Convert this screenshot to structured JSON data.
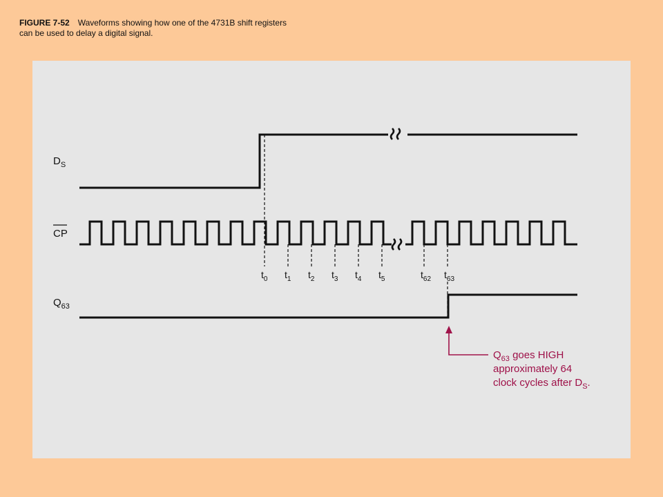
{
  "caption": {
    "figure_number": "FIGURE 7-52",
    "line1": "Waveforms showing how one of the 4731B shift registers",
    "line2": "can be used to delay a digital signal."
  },
  "signals": {
    "ds": {
      "main": "D",
      "sub": "S"
    },
    "cp": {
      "main": "CP"
    },
    "q63": {
      "main": "Q",
      "sub": "63"
    }
  },
  "time_markers": [
    {
      "main": "t",
      "sub": "0"
    },
    {
      "main": "t",
      "sub": "1"
    },
    {
      "main": "t",
      "sub": "2"
    },
    {
      "main": "t",
      "sub": "3"
    },
    {
      "main": "t",
      "sub": "4"
    },
    {
      "main": "t",
      "sub": "5"
    },
    {
      "main": "t",
      "sub": "62"
    },
    {
      "main": "t",
      "sub": "63"
    }
  ],
  "annotation": {
    "line1_main": "Q",
    "line1_sub": "63",
    "line1_rest": " goes HIGH",
    "line2": "approximately 64",
    "line3_main": "clock cycles after D",
    "line3_sub": "S",
    "line3_end": "."
  },
  "colors": {
    "page_background": "#fdc998",
    "panel_background": "#e6e6e6",
    "waveform": "#111111",
    "annotation": "#9e1048"
  }
}
